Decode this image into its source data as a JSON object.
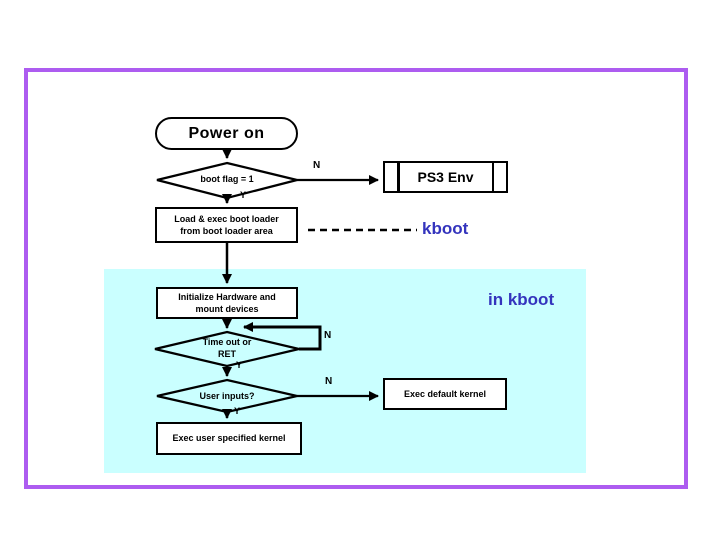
{
  "colors": {
    "frame": "#ad5cf0",
    "region": "#caffff",
    "accent": "#3434bd",
    "line": "#000000"
  },
  "nodes": {
    "power_on": {
      "label": "Power on"
    },
    "boot_flag": {
      "label": "boot flag = 1"
    },
    "ps3_env": {
      "label": "PS3 Env"
    },
    "load_boot_loader": {
      "label": "Load & exec boot loader\nfrom boot loader area"
    },
    "init_hardware": {
      "label": "Initialize Hardware and\nmount devices"
    },
    "timeout": {
      "label": "Time out or\nRET"
    },
    "user_inputs": {
      "label": "User inputs?"
    },
    "exec_default": {
      "label": "Exec default kernel"
    },
    "exec_user": {
      "label": "Exec user specified kernel"
    }
  },
  "labels": {
    "kboot": "kboot",
    "in_kboot": "in kboot",
    "boot_flag_no": "N",
    "boot_flag_yes": "Y",
    "timeout_no": "N",
    "timeout_yes": "Y",
    "user_inputs_no": "N",
    "user_inputs_yes": "Y"
  }
}
